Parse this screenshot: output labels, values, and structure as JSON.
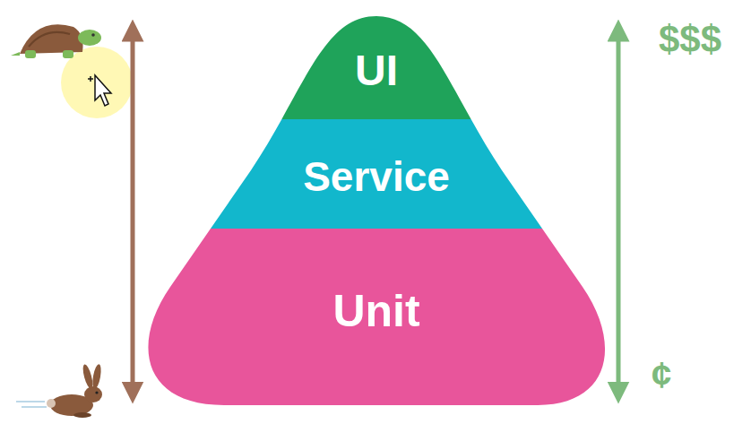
{
  "diagram": {
    "nodes": [
      {
        "text": [
          "UI"
        ]
      },
      {
        "text": [
          "Service"
        ]
      },
      {
        "text": [
          "Unit"
        ]
      }
    ],
    "labels": [
      "$$$",
      "¢"
    ]
  }
}
